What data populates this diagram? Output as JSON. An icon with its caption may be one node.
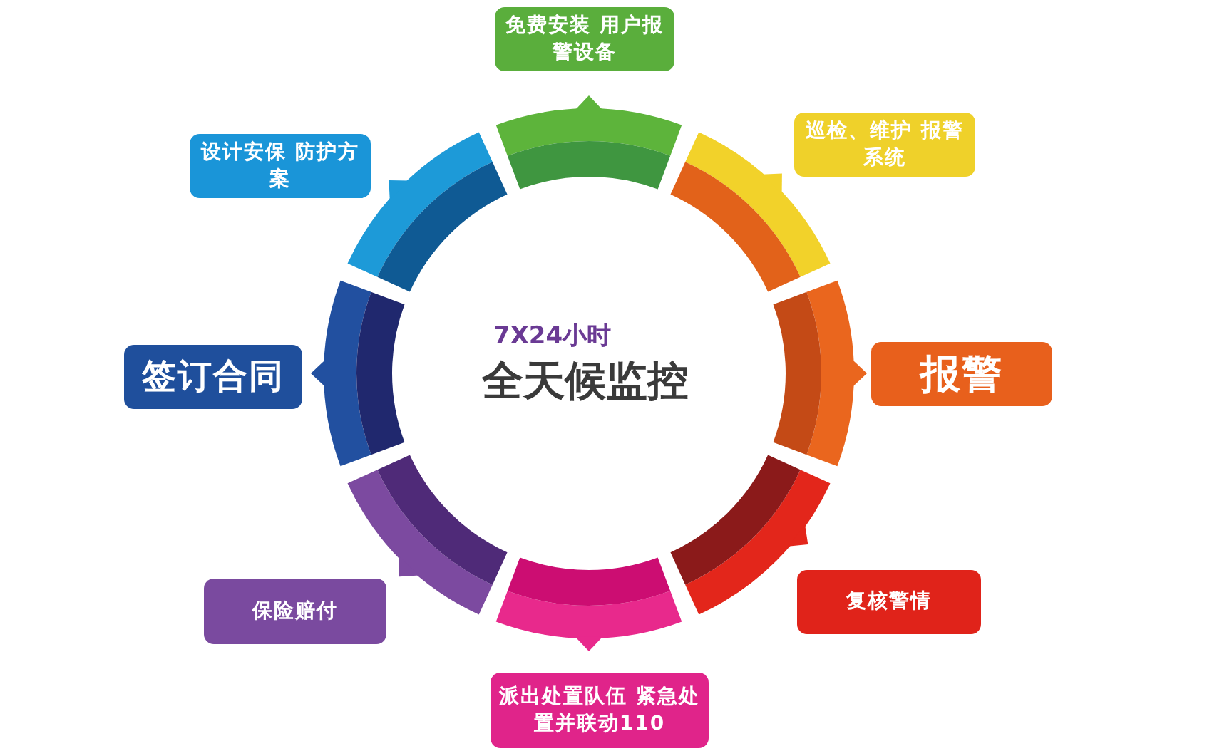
{
  "diagram": {
    "nodes": [
      {
        "text": [
          "免费安装 用户报警设备"
        ]
      },
      {
        "text": [
          "巡检、维护 报警系统"
        ]
      },
      {
        "text": [
          "报警"
        ]
      },
      {
        "text": [
          "复核警情"
        ]
      },
      {
        "text": [
          "派出处置队伍 紧急处置并联动110"
        ]
      },
      {
        "text": [
          "保险赔付"
        ]
      },
      {
        "text": [
          "签订合同"
        ]
      },
      {
        "text": [
          "设计安保 防护方案"
        ]
      }
    ],
    "labels": [
      "7X24小时",
      "全天候监控"
    ]
  }
}
